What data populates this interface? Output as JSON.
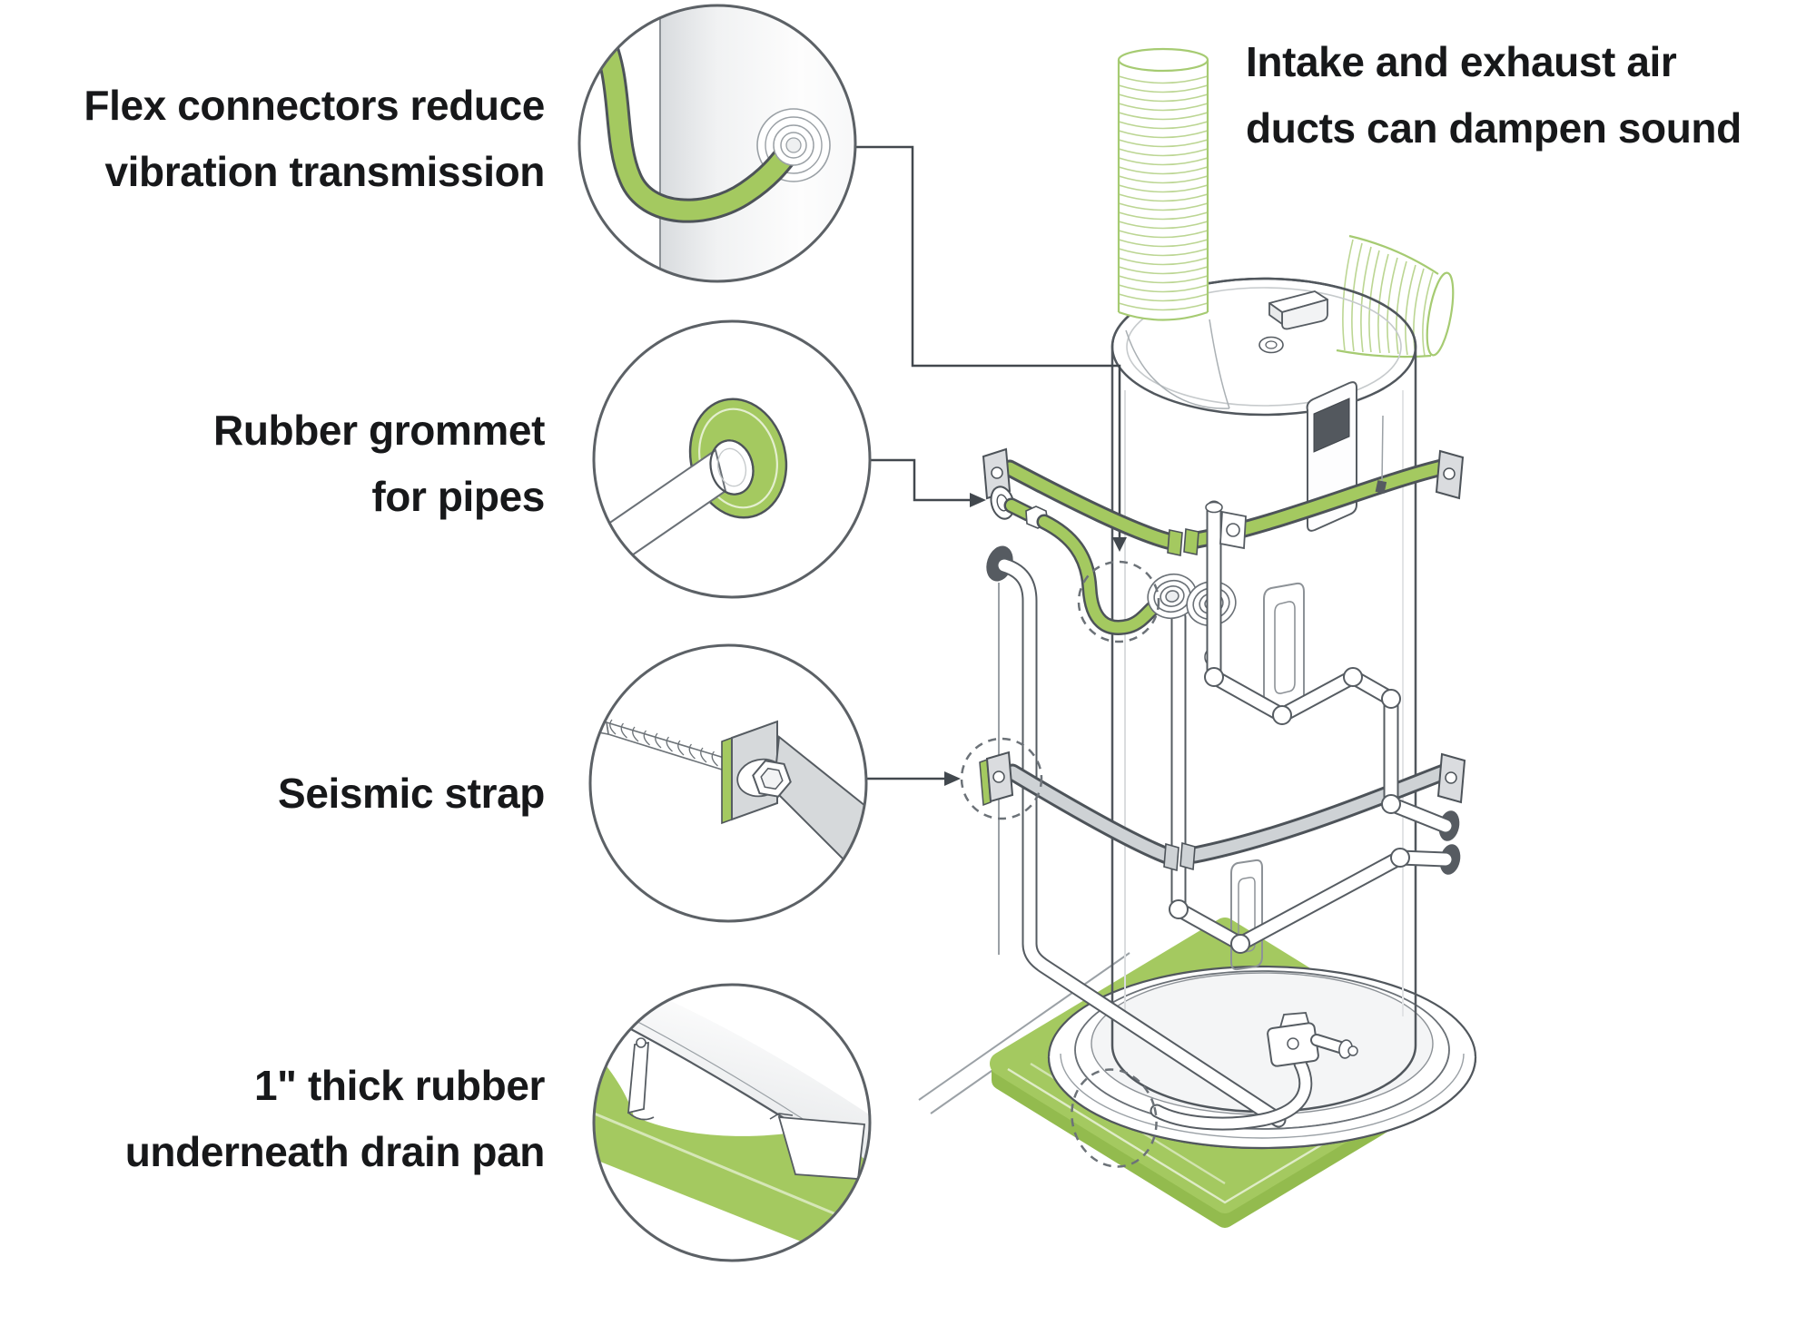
{
  "callouts": [
    {
      "id": "flex-connectors",
      "lines": [
        "Flex connectors reduce",
        "vibration transmission"
      ]
    },
    {
      "id": "rubber-grommet",
      "lines": [
        "Rubber grommet",
        "for pipes"
      ]
    },
    {
      "id": "seismic-strap",
      "lines": [
        "Seismic strap"
      ]
    },
    {
      "id": "rubber-under-pan",
      "lines": [
        "1\" thick rubber",
        "underneath drain pan"
      ]
    }
  ],
  "note": {
    "lines": [
      "Intake and exhaust air",
      "ducts can dampen sound"
    ]
  },
  "colors": {
    "accent_green": "#a4c960",
    "duct_green": "#a6cb72",
    "outline_dark": "#51575d",
    "pipe_gray": "#ced2d5",
    "flange_dark": "#565b61",
    "text": "#17181a",
    "background": "#ffffff"
  }
}
